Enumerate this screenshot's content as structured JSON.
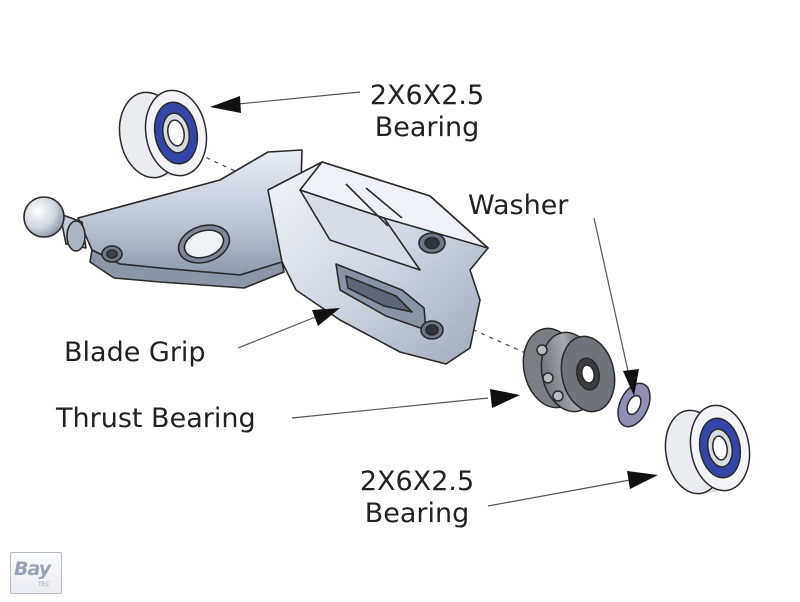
{
  "labels": {
    "bearing_top": [
      "2X6X2.5",
      "Bearing"
    ],
    "washer": "Washer",
    "blade_grip": "Blade Grip",
    "thrust_bearing": "Thrust Bearing",
    "bearing_bottom": [
      "2X6X2.5",
      "Bearing"
    ]
  },
  "logo": {
    "brand": "Bay",
    "sub": "TEC"
  },
  "colors": {
    "metal_light": "#dfe6ef",
    "metal_mid": "#b5c0cf",
    "metal_dark": "#7c8798",
    "bearing_blue": "#3546a8",
    "line": "#2a2a2a"
  }
}
